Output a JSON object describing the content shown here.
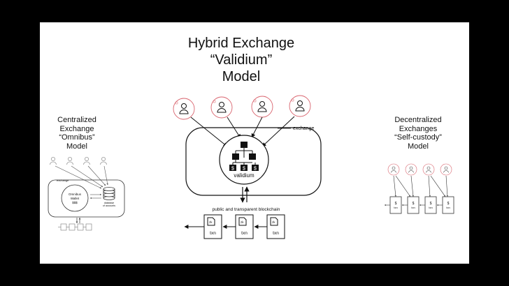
{
  "title": {
    "line1": "Hybrid Exchange",
    "line2": "“Validium”",
    "line3": "Model"
  },
  "left": {
    "heading": {
      "line1": "Centralized",
      "line2": "Exchange",
      "line3": "“Omnibus”",
      "line4": "Model"
    },
    "exchange_label": "exchange",
    "wallet": {
      "line1": "Omnibus",
      "line2": "Wallet",
      "line3": "$$$"
    },
    "database": {
      "line1": "database",
      "line2": "of accounts"
    }
  },
  "center": {
    "exchange_label": "exchange",
    "validium_label": "validium",
    "node_symbol": "$",
    "blockchain_label": "public and transparent blockchain",
    "zk_label": "zk",
    "txn_label": "txn"
  },
  "right": {
    "heading": {
      "line1": "Decentralized",
      "line2": "Exchanges",
      "line3": "“Self-custody”",
      "line4": "Model"
    },
    "txn_symbol": "$",
    "txn_label": "txn"
  },
  "colors": {
    "background": "#000000",
    "slide": "#ffffff",
    "accent": "#d9646e",
    "ink": "#111111",
    "light_ink": "#888888"
  }
}
